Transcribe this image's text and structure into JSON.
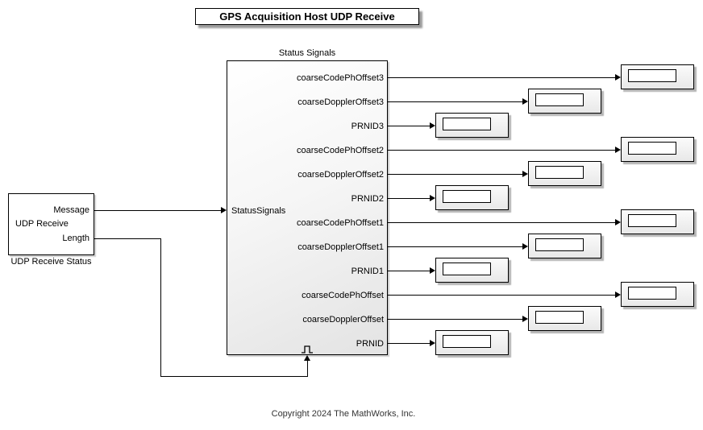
{
  "title_block": {
    "text": "GPS Acquisition Host UDP Receive"
  },
  "udp_receive_block": {
    "icon_text": "UDP Receive",
    "output_ports": [
      "Message",
      "Length"
    ],
    "block_label": "UDP Receive Status"
  },
  "subsystem_block": {
    "block_label": "Status Signals",
    "input_port": "StatusSignals",
    "trigger_icon": "trigger-pulse-icon",
    "output_ports": [
      "coarseCodePhOffset3",
      "coarseDopplerOffset3",
      "PRNID3",
      "coarseCodePhOffset2",
      "coarseDopplerOffset2",
      "PRNID2",
      "coarseCodePhOffset1",
      "coarseDopplerOffset1",
      "PRNID1",
      "coarseCodePhOffset",
      "coarseDopplerOffset",
      "PRNID"
    ]
  },
  "displays": {
    "count": 12,
    "value": ""
  },
  "copyright": "Copyright 2024 The MathWorks, Inc.",
  "colors": {
    "background": "#ffffff",
    "line": "#000000",
    "shadow": "#b0b0b0"
  }
}
